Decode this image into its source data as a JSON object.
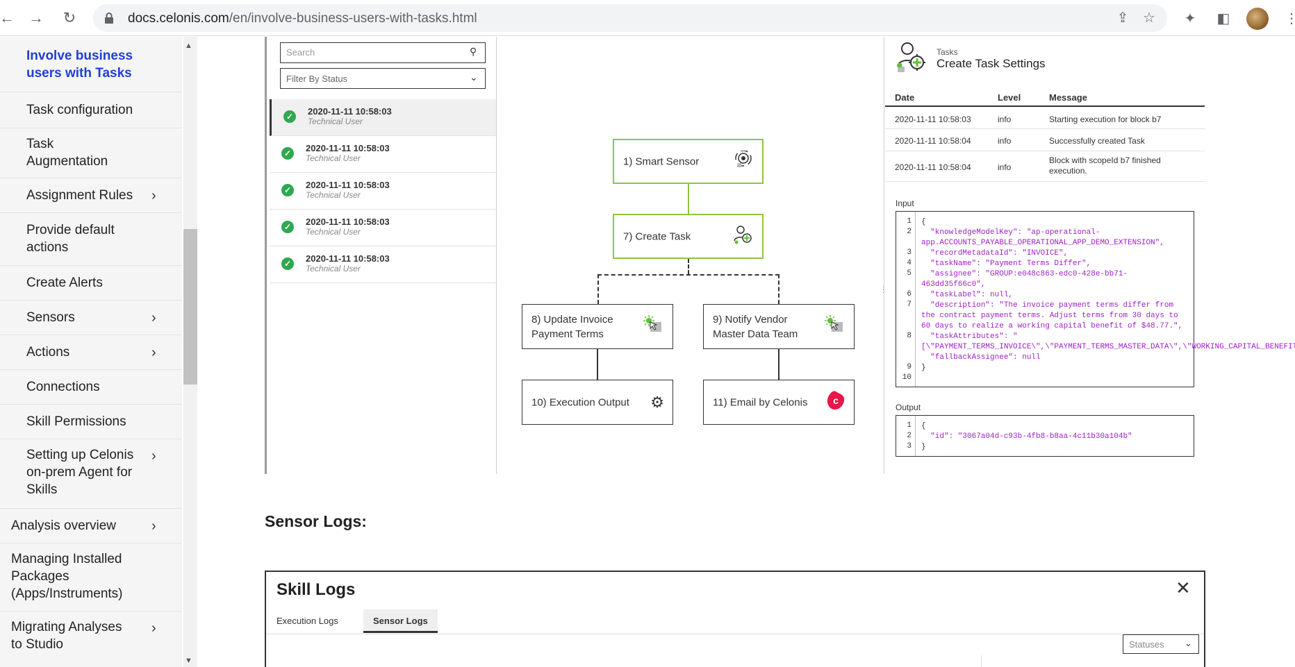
{
  "browser": {
    "url_host": "docs.celonis.com",
    "url_path": "/en/involve-business-users-with-tasks.html",
    "icons": [
      "back-icon",
      "forward-icon",
      "reload-icon",
      "lock-icon",
      "share-icon",
      "star-icon",
      "extensions-icon",
      "sidepanel-icon",
      "avatar",
      "menu-icon"
    ]
  },
  "sidebar": {
    "items": [
      {
        "label": "Involve business users with Tasks",
        "active": true
      },
      {
        "label": "Task configuration"
      },
      {
        "label": "Task Augmentation"
      },
      {
        "label": "Assignment Rules",
        "expandable": true
      },
      {
        "label": "Provide default actions"
      },
      {
        "label": "Create Alerts"
      },
      {
        "label": "Sensors",
        "expandable": true
      },
      {
        "label": "Actions",
        "expandable": true
      },
      {
        "label": "Connections"
      },
      {
        "label": "Skill Permissions"
      },
      {
        "label": "Setting up Celonis on-prem Agent for Skills",
        "expandable": true
      },
      {
        "label": "Analysis overview",
        "expandable": true
      },
      {
        "label": "Managing Installed Packages (Apps/Instruments)"
      },
      {
        "label": "Migrating Analyses to Studio",
        "expandable": true
      }
    ]
  },
  "runs": {
    "search_placeholder": "Search",
    "filter_placeholder": "Filter By Status",
    "items": [
      {
        "date": "2020-11-11 10:58:03",
        "user": "Technical User"
      },
      {
        "date": "2020-11-11 10:58:03",
        "user": "Technical User"
      },
      {
        "date": "2020-11-11 10:58:03",
        "user": "Technical User"
      },
      {
        "date": "2020-11-11 10:58:03",
        "user": "Technical User"
      },
      {
        "date": "2020-11-11 10:58:03",
        "user": "Technical User"
      }
    ]
  },
  "flow": {
    "nodes": {
      "smart_sensor": "1) Smart Sensor",
      "create_task": "7) Create Task",
      "update_invoice_1": "8) Update Invoice",
      "update_invoice_2": "Payment Terms",
      "notify_vendor_1": "9) Notify Vendor",
      "notify_vendor_2": "Master Data Team",
      "execution_output": "10) Execution Output",
      "email_celonis": "11) Email by Celonis"
    },
    "colors": {
      "active": "#8cc63f",
      "celonis": "#e8174b"
    }
  },
  "detail": {
    "kicker": "Tasks",
    "title": "Create Task Settings",
    "log_headers": {
      "date": "Date",
      "level": "Level",
      "message": "Message"
    },
    "logs": [
      {
        "date": "2020-11-11 10:58:03",
        "level": "info",
        "message": "Starting execution for block b7"
      },
      {
        "date": "2020-11-11 10:58:04",
        "level": "info",
        "message": "Successfully created Task"
      },
      {
        "date": "2020-11-11 10:58:04",
        "level": "info",
        "message": "Block with scopeId b7 finished execution."
      }
    ],
    "input_label": "Input",
    "input_lines": [
      "{",
      "  \"knowledgeModelKey\": \"ap-operational-app.ACCOUNTS_PAYABLE_OPERATIONAL_APP_DEMO_EXTENSION\",",
      "  \"recordMetadataId\": \"INVOICE\",",
      "  \"taskName\": \"Payment Terms Differ\",",
      "  \"assignee\": \"GROUP:e048c863-edc0-428e-bb71-463dd35f66c0\",",
      "  \"taskLabel\": null,",
      "  \"description\": \"The invoice payment terms differ from the contract payment terms. Adjust terms from 30 days to 60 days to realize a working capital benefit of $48.77.\",",
      "  \"taskAttributes\": \"[\\\"PAYMENT_TERMS_INVOICE\\\",\\\"PAYMENT_TERMS_MASTER_DATA\\\",\\\"WORKING_CAPITAL_BENEFIT\\\"]\",",
      "  \"fallbackAssignee\": null",
      "}"
    ],
    "output_label": "Output",
    "output_lines": [
      "{",
      "  \"id\": \"3067a04d-c93b-4fb8-b8aa-4c11b30a104b\"",
      "}"
    ]
  },
  "page": {
    "section_heading": "Sensor Logs:"
  },
  "modal": {
    "title": "Skill Logs",
    "tabs": [
      "Execution Logs",
      "Sensor Logs"
    ],
    "active_tab": "Sensor Logs",
    "status_filter": "Statuses"
  }
}
